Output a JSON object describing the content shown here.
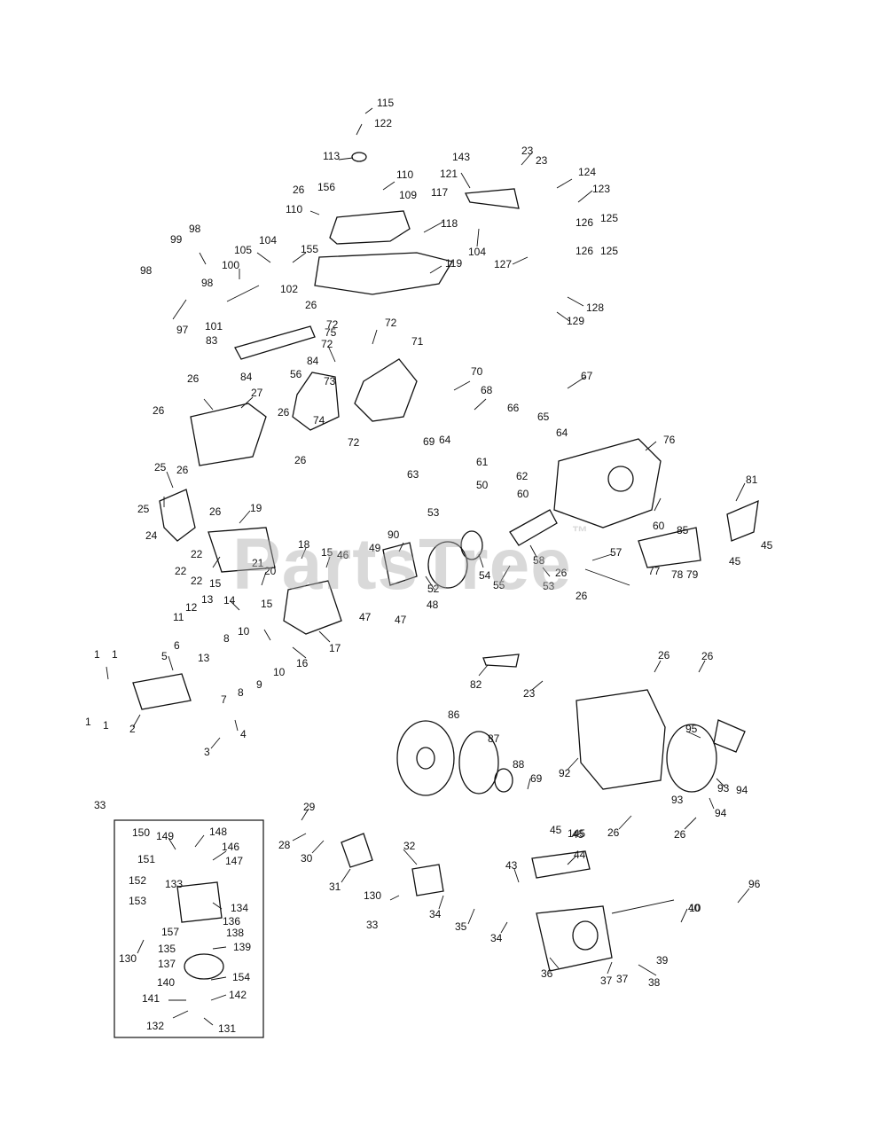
{
  "watermark": {
    "text": "PartsTree",
    "trademark": "™"
  },
  "callouts": [
    "1",
    "2",
    "3",
    "4",
    "5",
    "6",
    "7",
    "8",
    "9",
    "10",
    "11",
    "12",
    "13",
    "14",
    "15",
    "16",
    "17",
    "18",
    "19",
    "20",
    "21",
    "22",
    "23",
    "24",
    "25",
    "26",
    "27",
    "28",
    "29",
    "30",
    "31",
    "32",
    "33",
    "34",
    "35",
    "36",
    "37",
    "38",
    "39",
    "40",
    "43",
    "44",
    "45",
    "46",
    "47",
    "48",
    "49",
    "50",
    "52",
    "53",
    "54",
    "55",
    "56",
    "57",
    "58",
    "60",
    "61",
    "62",
    "63",
    "64",
    "65",
    "66",
    "67",
    "68",
    "69",
    "70",
    "71",
    "72",
    "73",
    "74",
    "75",
    "76",
    "77",
    "78",
    "79",
    "81",
    "82",
    "83",
    "84",
    "85",
    "86",
    "87",
    "88",
    "90",
    "92",
    "93",
    "94",
    "95",
    "96",
    "97",
    "98",
    "99",
    "100",
    "101",
    "102",
    "104",
    "105",
    "109",
    "110",
    "113",
    "115",
    "117",
    "118",
    "119",
    "121",
    "122",
    "123",
    "124",
    "125",
    "126",
    "127",
    "128",
    "129",
    "130",
    "131",
    "132",
    "133",
    "134",
    "135",
    "136",
    "137",
    "138",
    "139",
    "140",
    "141",
    "142",
    "143",
    "145",
    "146",
    "147",
    "148",
    "149",
    "150",
    "151",
    "152",
    "153",
    "154",
    "155",
    "156",
    "157"
  ],
  "colors": {
    "ink": "#111111",
    "background": "#ffffff",
    "watermark": "#aaaaaa"
  }
}
